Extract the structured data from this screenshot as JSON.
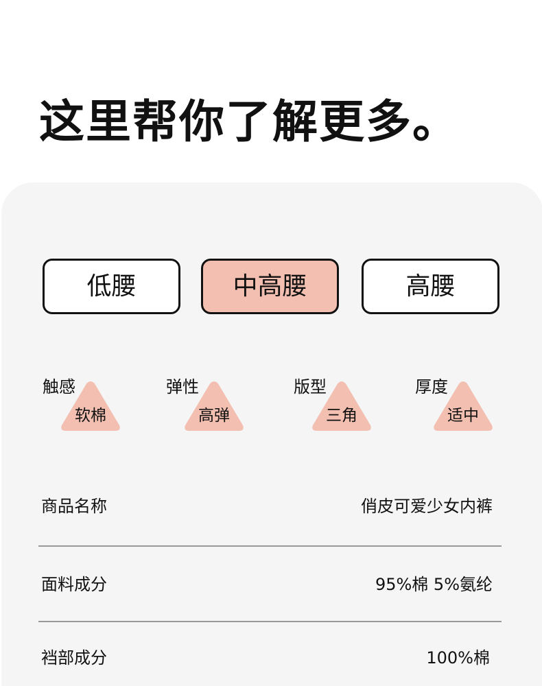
{
  "headline": "这里帮你了解更多。",
  "waist_options": [
    {
      "label": "低腰",
      "selected": false
    },
    {
      "label": "中高腰",
      "selected": true
    },
    {
      "label": "高腰",
      "selected": false
    }
  ],
  "attributes": [
    {
      "label": "触感",
      "value": "软棉"
    },
    {
      "label": "弹性",
      "value": "高弹"
    },
    {
      "label": "版型",
      "value": "三角"
    },
    {
      "label": "厚度",
      "value": "适中"
    }
  ],
  "specs": [
    {
      "label": "商品名称",
      "value": "俏皮可爱少女内裤"
    },
    {
      "label": "面料成分",
      "value": "95%棉  5%氨纶"
    },
    {
      "label": "裆部成分",
      "value": "100%棉"
    }
  ],
  "colors": {
    "accent": "#f2bfb1",
    "card_bg": "#f5f5f5",
    "text": "#111111",
    "divider": "#999999"
  }
}
